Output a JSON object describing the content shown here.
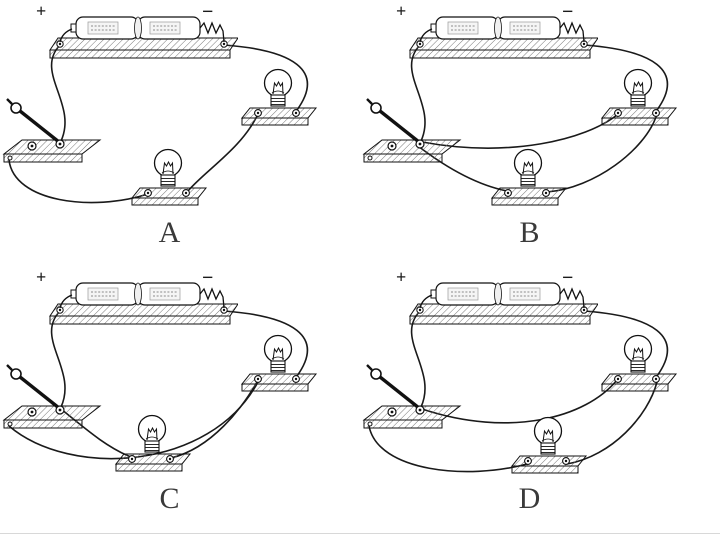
{
  "figure": {
    "panels": [
      {
        "id": "A",
        "label": "A",
        "plus": "+",
        "minus": "−"
      },
      {
        "id": "B",
        "label": "B",
        "plus": "+",
        "minus": "−"
      },
      {
        "id": "C",
        "label": "C",
        "plus": "+",
        "minus": "−"
      },
      {
        "id": "D",
        "label": "D",
        "plus": "+",
        "minus": "−"
      }
    ],
    "icons": {
      "battery": "two-cell-battery-pack-icon",
      "switch": "knife-switch-icon",
      "lamp": "light-bulb-icon",
      "wire": "connecting-wire"
    },
    "ink_color": "#1a1a1a"
  }
}
